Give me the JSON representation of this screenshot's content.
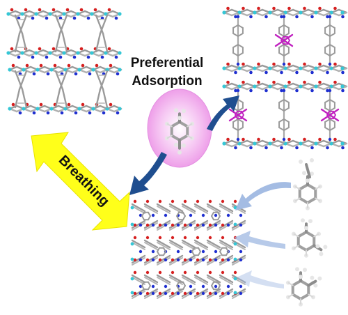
{
  "title_line1": "Preferential",
  "title_line2": "Adsorption",
  "arrow_label": "Breathing",
  "colors": {
    "arrow_yellow": "#ffff1a",
    "arrow_blue_dark": "#1f4e8f",
    "arrow_blue_light": "#9fb8e2",
    "highlight_pink": "#f6c8f3",
    "framework_gray": "#9a9a9a",
    "oxygen_red": "#d62020",
    "nitrogen_blue": "#1f2fd0",
    "metal_cyan": "#35c7d6",
    "pillar_magenta": "#c020c0"
  },
  "molecules": [
    "p-xylene-icon",
    "ethylbenzene-icon",
    "m-xylene-icon",
    "o-xylene-icon"
  ],
  "structures": [
    "closed-pore-framework",
    "open-pore-framework-with-p-xylene",
    "narrow-pore-framework"
  ]
}
